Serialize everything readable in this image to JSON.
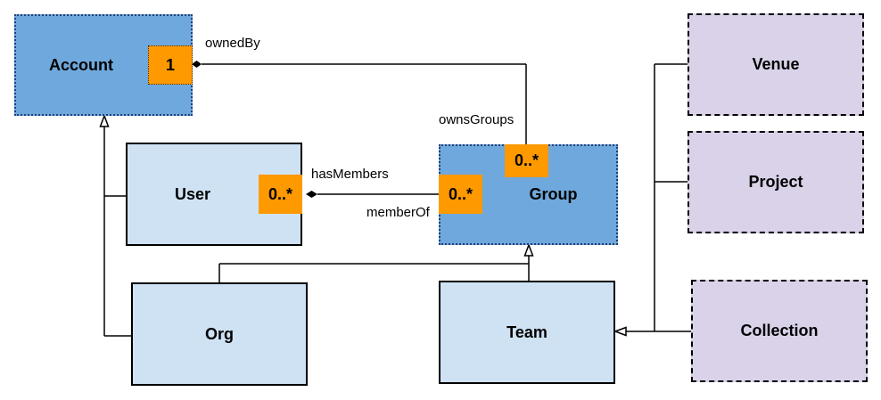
{
  "classes": {
    "account": "Account",
    "user": "User",
    "group": "Group",
    "org": "Org",
    "team": "Team",
    "venue": "Venue",
    "project": "Project",
    "collection": "Collection"
  },
  "multiplicities": {
    "account_owned_by": "1",
    "group_owns_groups": "0..*",
    "user_has_members": "0..*",
    "group_member_of": "0..*"
  },
  "associations": {
    "owned_by": "ownedBy",
    "owns_groups": "ownsGroups",
    "has_members": "hasMembers",
    "member_of": "memberOf"
  },
  "colors": {
    "dark_class_fill": "#6fa8dc",
    "light_class_fill": "#cfe2f3",
    "external_class_fill": "#d9d2e9",
    "multiplicity_fill": "#ff9900"
  }
}
